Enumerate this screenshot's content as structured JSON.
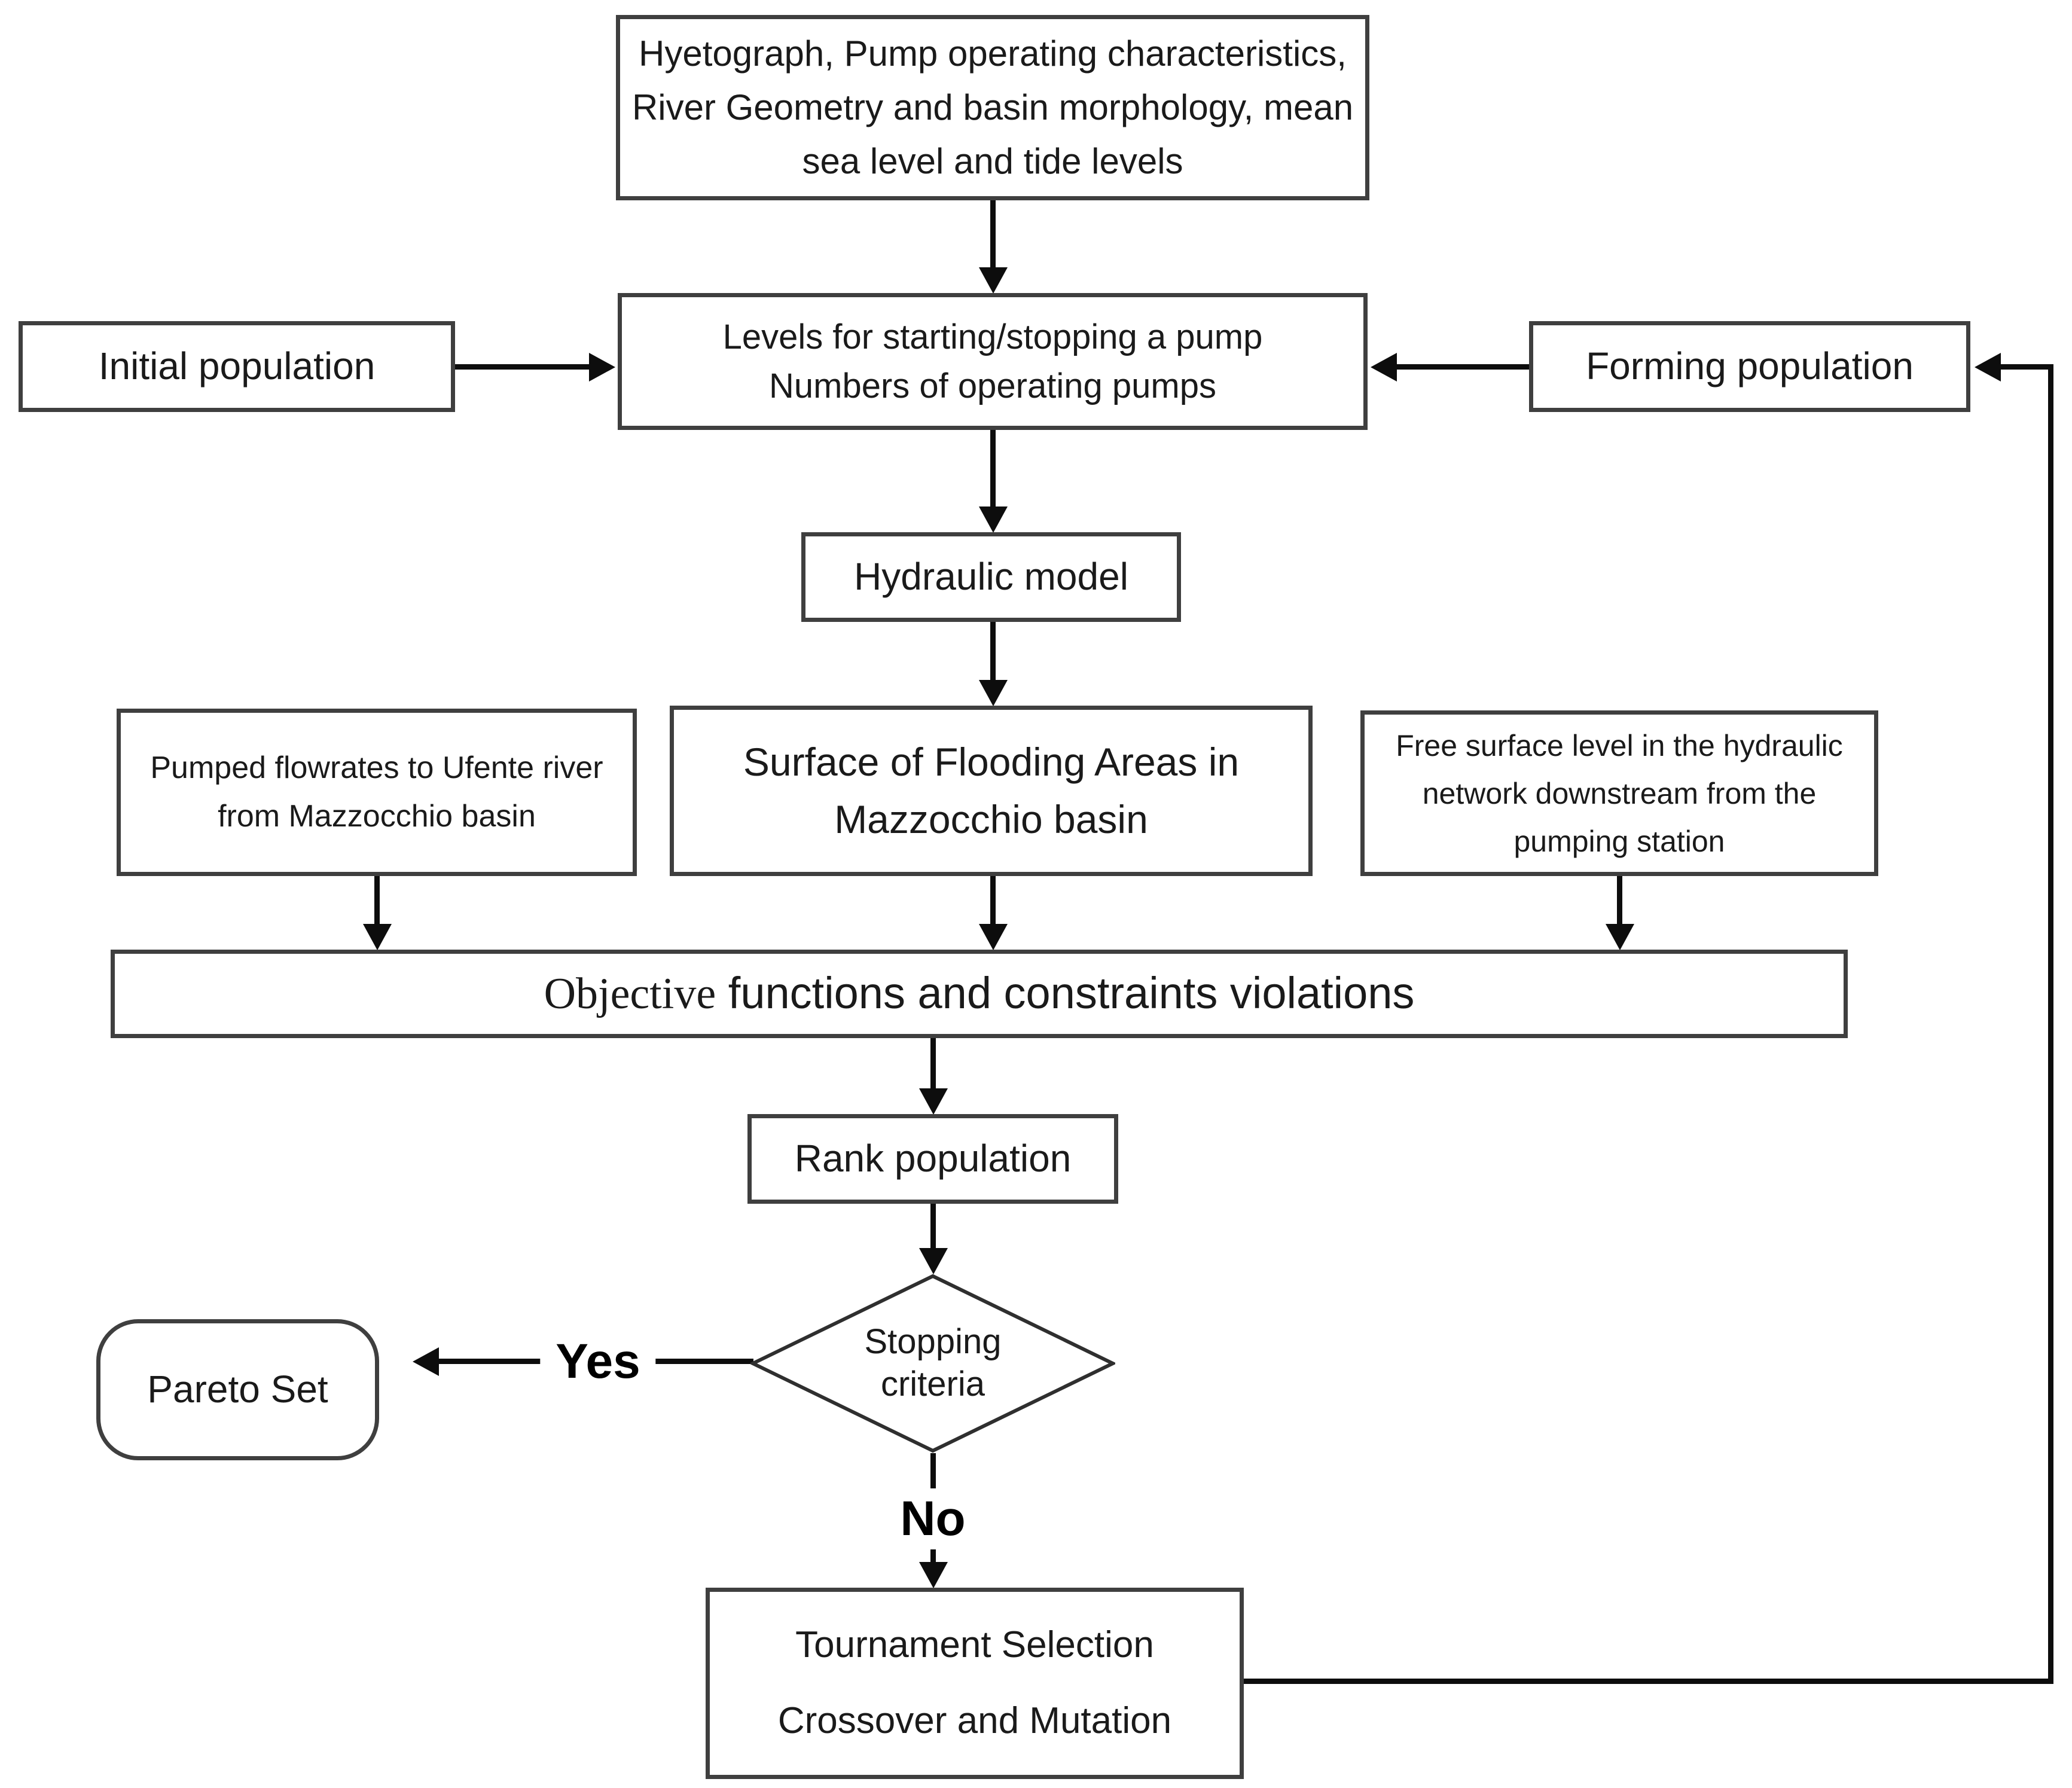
{
  "diagram": {
    "title_hint": "Genetic-algorithm pump operation optimization flowchart",
    "colors": {
      "bg": "#ffffff",
      "border": "#3f3f3f",
      "line": "#0d0d0d",
      "text": "#1a1a1a"
    },
    "nodes": {
      "inputs": {
        "lines": [
          "Hyetograph, Pump operating characteristics,",
          "River Geometry and basin morphology, mean",
          "sea level and tide levels"
        ]
      },
      "initial_population": {
        "label": "Initial population"
      },
      "decision_variables": {
        "lines": [
          "Levels for starting/stopping a pump",
          "Numbers of operating pumps"
        ]
      },
      "forming_population": {
        "label": "Forming population"
      },
      "hydraulic_model": {
        "label": "Hydraulic model"
      },
      "pumped_flowrates": {
        "lines": [
          "Pumped flowrates to Ufente river",
          "from Mazzocchio basin"
        ]
      },
      "flooding_areas": {
        "lines": [
          "Surface of Flooding Areas in",
          "Mazzocchio basin"
        ]
      },
      "free_surface": {
        "lines": [
          "Free surface level in the hydraulic",
          "network downstream from the",
          "pumping station"
        ]
      },
      "objective": {
        "word_serif": "Objective",
        "rest": " functions and constraints violations"
      },
      "rank_population": {
        "label": "Rank population"
      },
      "stopping_criteria": {
        "lines": [
          "Stopping",
          "criteria"
        ]
      },
      "pareto_set": {
        "label": "Pareto Set"
      },
      "tournament": {
        "lines": [
          "Tournament Selection",
          "Crossover and Mutation"
        ]
      }
    },
    "edge_labels": {
      "yes": "Yes",
      "no": "No"
    }
  }
}
